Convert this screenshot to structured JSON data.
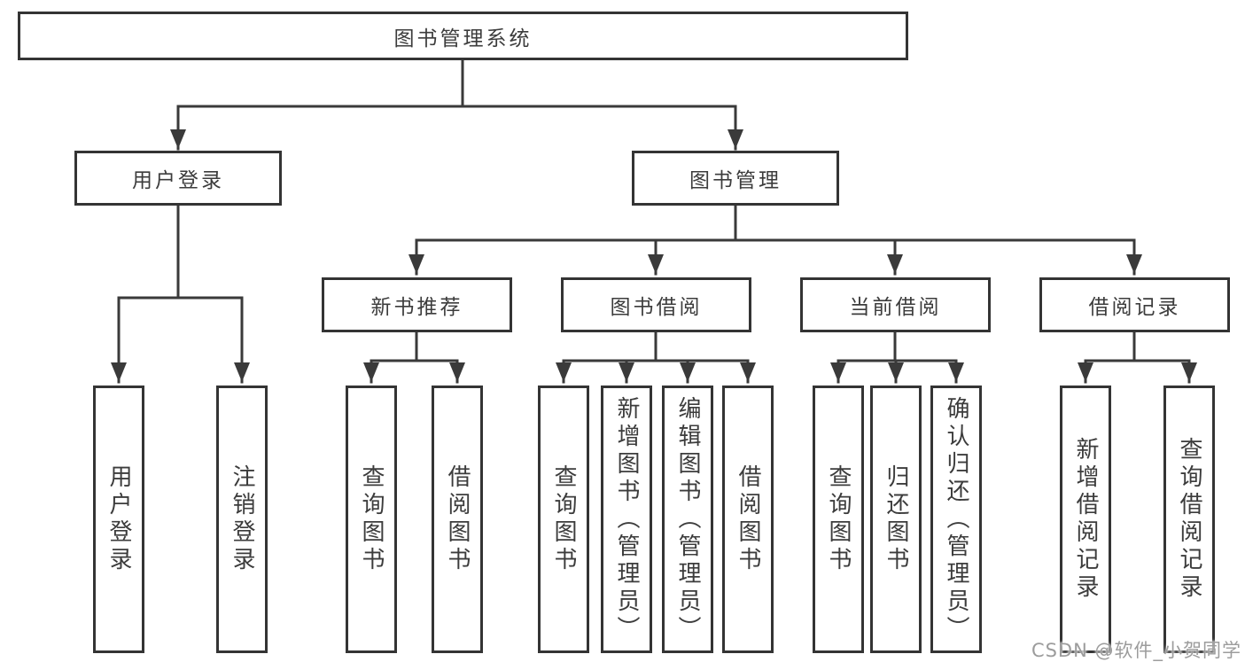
{
  "diagram": {
    "root": {
      "label": "图书管理系统"
    },
    "branches": [
      {
        "label": "用户登录",
        "children": [
          "用户登录",
          "注销登录"
        ]
      },
      {
        "label": "图书管理",
        "children": [
          {
            "label": "新书推荐",
            "children": [
              "查询图书",
              "借阅图书"
            ]
          },
          {
            "label": "图书借阅",
            "children": [
              "查询图书",
              "新增图书（管理员）",
              "编辑图书（管理员）",
              "借阅图书"
            ]
          },
          {
            "label": "当前借阅",
            "children": [
              "查询图书",
              "归还图书",
              "确认归还（管理员）"
            ]
          },
          {
            "label": "借阅记录",
            "children": [
              "新增借阅记录",
              "查询借阅记录"
            ]
          }
        ]
      }
    ]
  },
  "colors": {
    "line": "#3a3a3a",
    "border": "#343434",
    "text": "#3c3c3c",
    "watermark": "#9c9c9c"
  },
  "watermark": "CSDN @软件_小贺同学"
}
